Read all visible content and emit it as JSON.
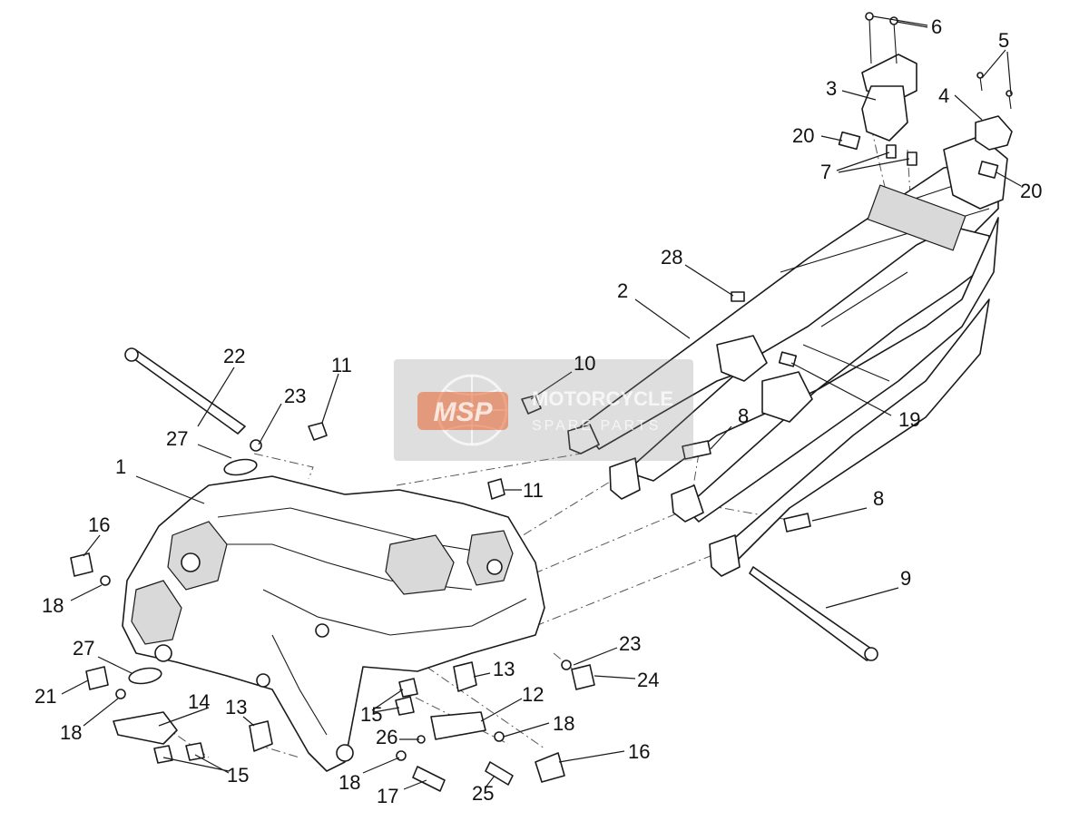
{
  "diagram": {
    "callouts": [
      {
        "id": "c6",
        "label": "6"
      },
      {
        "id": "c5",
        "label": "5"
      },
      {
        "id": "c3",
        "label": "3"
      },
      {
        "id": "c4",
        "label": "4"
      },
      {
        "id": "c20a",
        "label": "20"
      },
      {
        "id": "c7",
        "label": "7"
      },
      {
        "id": "c20b",
        "label": "20"
      },
      {
        "id": "c28",
        "label": "28"
      },
      {
        "id": "c2",
        "label": "2"
      },
      {
        "id": "c10",
        "label": "10"
      },
      {
        "id": "c19",
        "label": "19"
      },
      {
        "id": "c8a",
        "label": "8"
      },
      {
        "id": "c8b",
        "label": "8"
      },
      {
        "id": "c9",
        "label": "9"
      },
      {
        "id": "c22",
        "label": "22"
      },
      {
        "id": "c11a",
        "label": "11"
      },
      {
        "id": "c23a",
        "label": "23"
      },
      {
        "id": "c27a",
        "label": "27"
      },
      {
        "id": "c1",
        "label": "1"
      },
      {
        "id": "c11b",
        "label": "11"
      },
      {
        "id": "c16a",
        "label": "16"
      },
      {
        "id": "c18a",
        "label": "18"
      },
      {
        "id": "c27b",
        "label": "27"
      },
      {
        "id": "c21",
        "label": "21"
      },
      {
        "id": "c18b",
        "label": "18"
      },
      {
        "id": "c14",
        "label": "14"
      },
      {
        "id": "c13a",
        "label": "13"
      },
      {
        "id": "c15a",
        "label": "15"
      },
      {
        "id": "c13b",
        "label": "13"
      },
      {
        "id": "c23b",
        "label": "23"
      },
      {
        "id": "c24",
        "label": "24"
      },
      {
        "id": "c12",
        "label": "12"
      },
      {
        "id": "c15b",
        "label": "15"
      },
      {
        "id": "c18c",
        "label": "18"
      },
      {
        "id": "c26",
        "label": "26"
      },
      {
        "id": "c16b",
        "label": "16"
      },
      {
        "id": "c18d",
        "label": "18"
      },
      {
        "id": "c17",
        "label": "17"
      },
      {
        "id": "c25",
        "label": "25"
      }
    ]
  },
  "watermark": {
    "logo_text": "MSP",
    "line1": "MOTORCYCLE",
    "line2": "SPARE PARTS",
    "brand_color": "#e8632b"
  }
}
